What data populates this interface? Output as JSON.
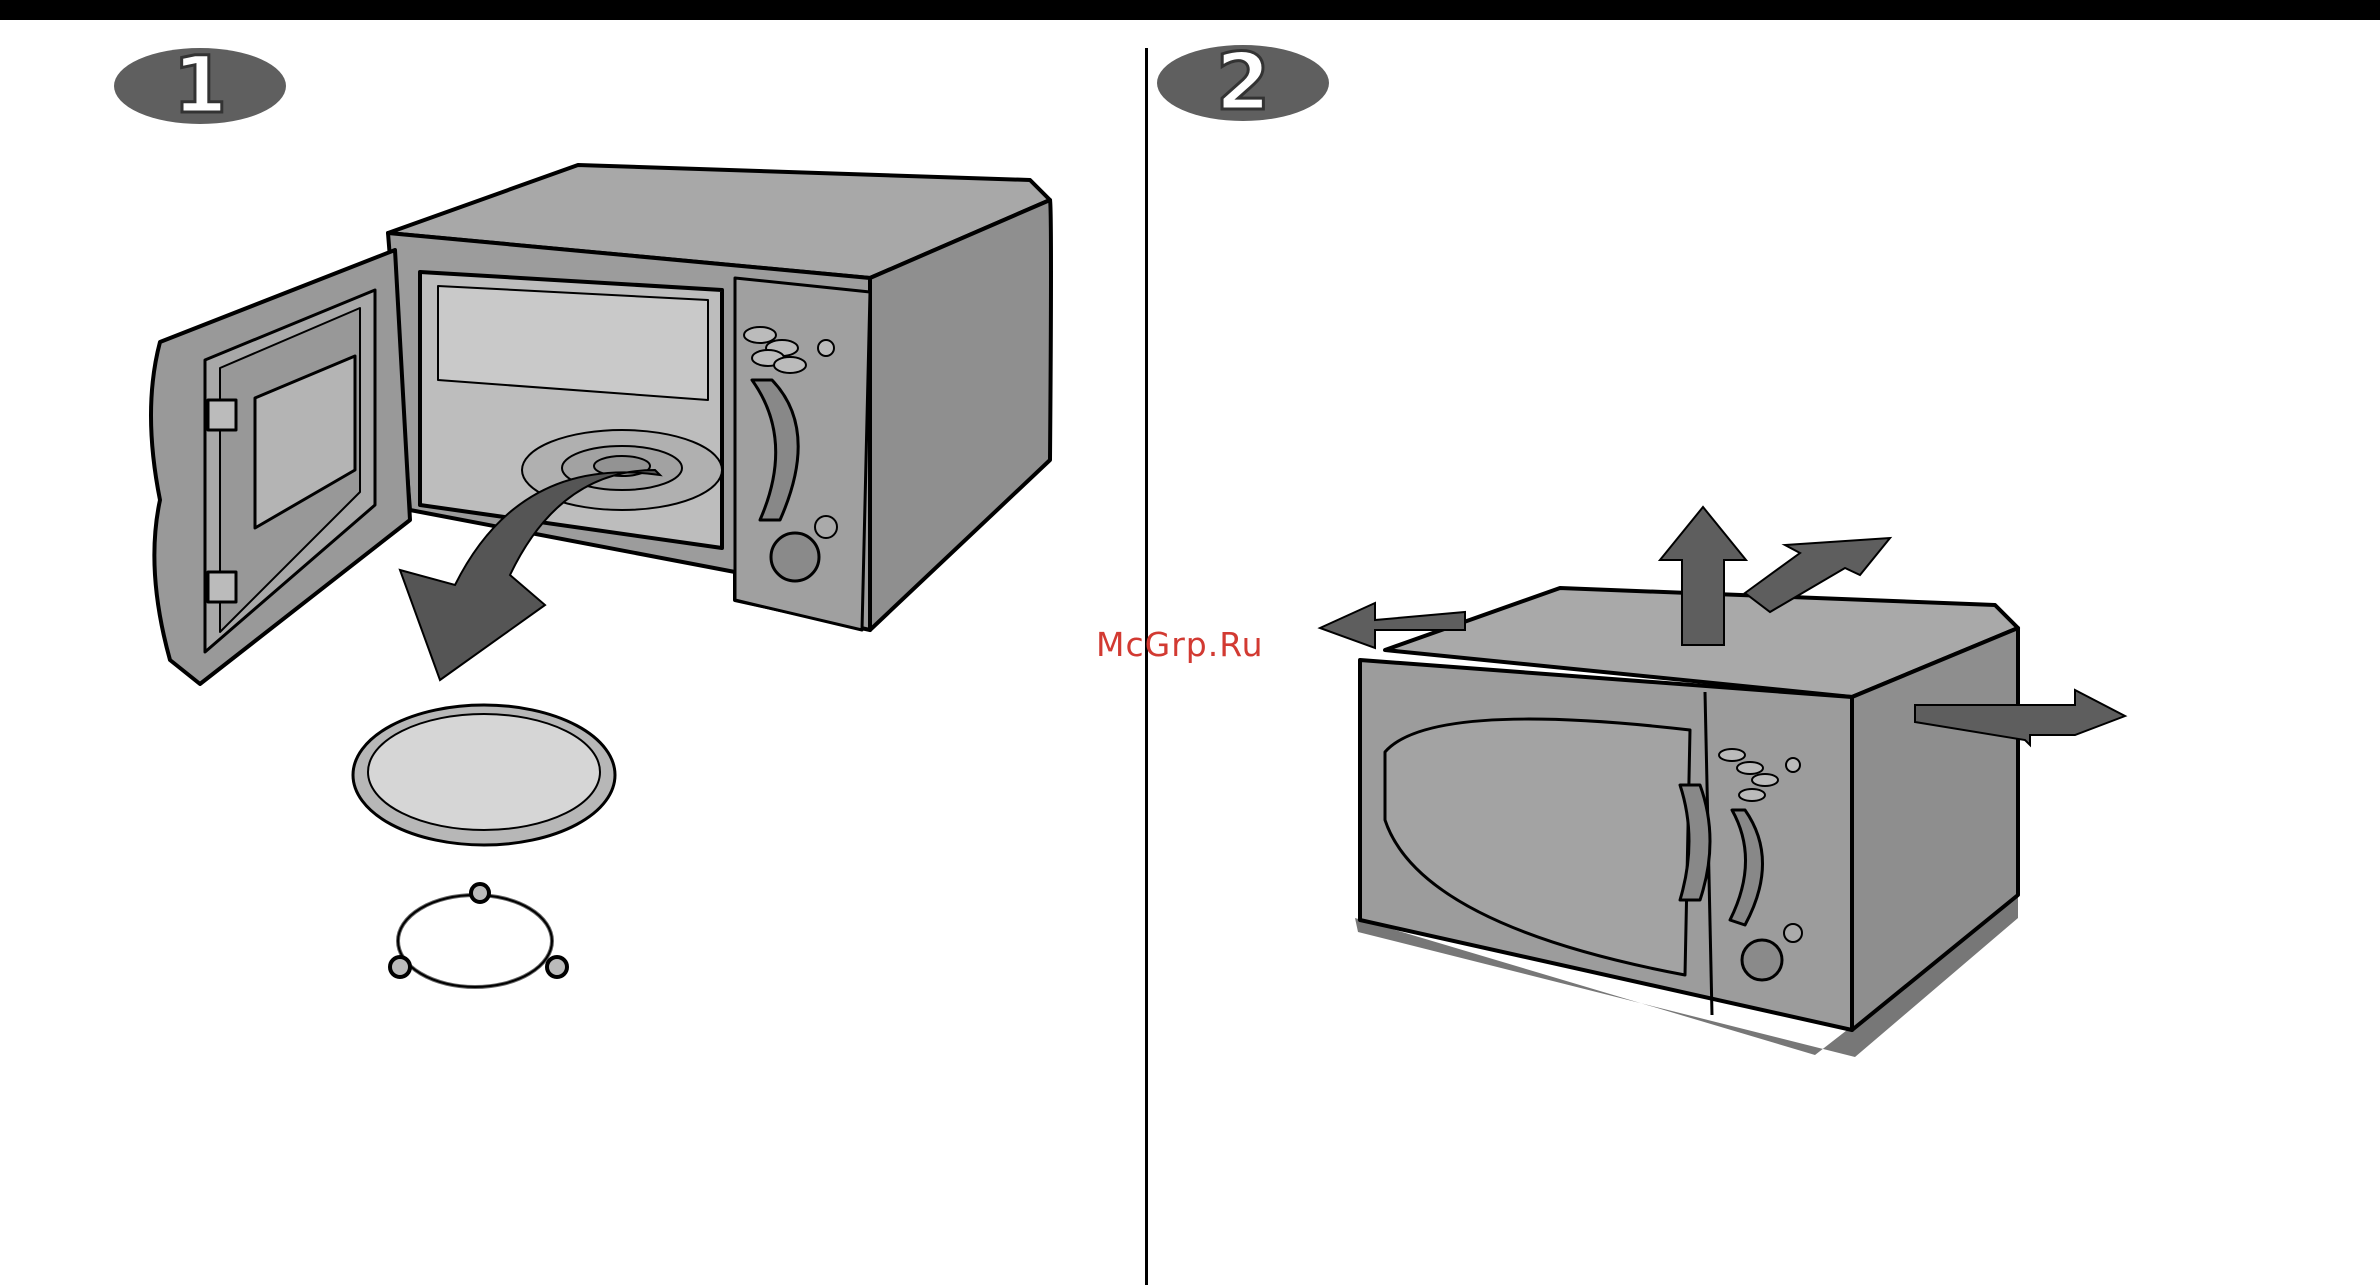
{
  "steps": [
    {
      "number": "1"
    },
    {
      "number": "2"
    }
  ],
  "watermark": {
    "text": "McGrp.Ru"
  },
  "colors": {
    "body_gray": "#9a9a9a",
    "dark_gray": "#6a6a6a",
    "arrow_gray": "#5a5a5a",
    "shadow_gray": "#7a7a7a",
    "outline": "#000000",
    "watermark_red": "#d23a32"
  },
  "icons": [
    "step-badge-1",
    "step-badge-2",
    "microwave-open-door",
    "glass-turntable-tray",
    "roller-ring",
    "curved-arrow",
    "microwave-closed",
    "clearance-arrows"
  ]
}
